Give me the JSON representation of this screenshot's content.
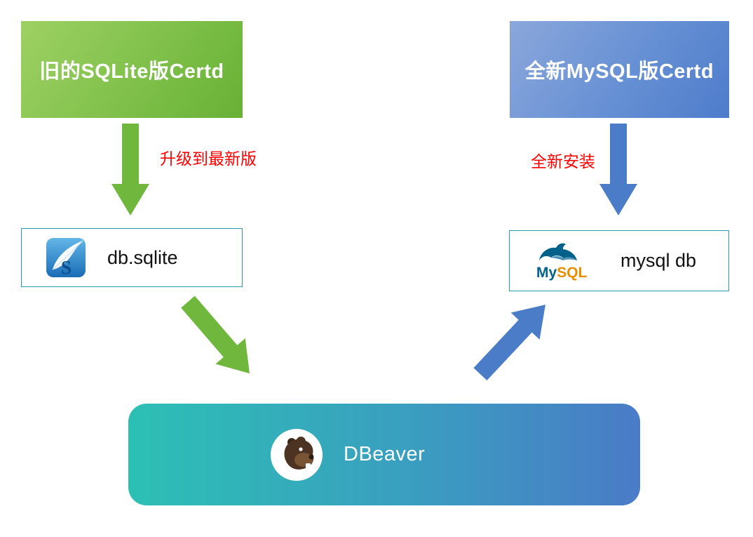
{
  "nodes": {
    "old_certd": {
      "label": "旧的SQLite版Certd"
    },
    "new_certd": {
      "label": "全新MySQL版Certd"
    },
    "sqlite_db": {
      "label": "db.sqlite"
    },
    "mysql_db": {
      "label": "mysql db"
    },
    "dbeaver": {
      "label": "DBeaver"
    }
  },
  "edges": {
    "upgrade_label": "升级到最新版",
    "fresh_install_label": "全新安装"
  },
  "icons": {
    "sqlite_icon": "sqlite-db-browser-logo",
    "sqlite_letter": "S",
    "mysql_icon": "mysql-dolphin-logo",
    "mysql_text_my": "My",
    "mysql_text_sql": "SQL",
    "dbeaver_icon": "dbeaver-beaver-logo"
  },
  "colors": {
    "green_arrow": "#6fb73d",
    "blue_arrow": "#4a7cc7",
    "red_label": "#ff0000",
    "teal_border": "#2a9dab",
    "green_box_gradient_start": "#9ed163",
    "green_box_gradient_end": "#68b135",
    "blue_box_gradient_start": "#8ba7db",
    "blue_box_gradient_end": "#4e7ccb",
    "dbeaver_gradient_start": "#2cc0b4",
    "dbeaver_gradient_end": "#4a7bc7"
  }
}
